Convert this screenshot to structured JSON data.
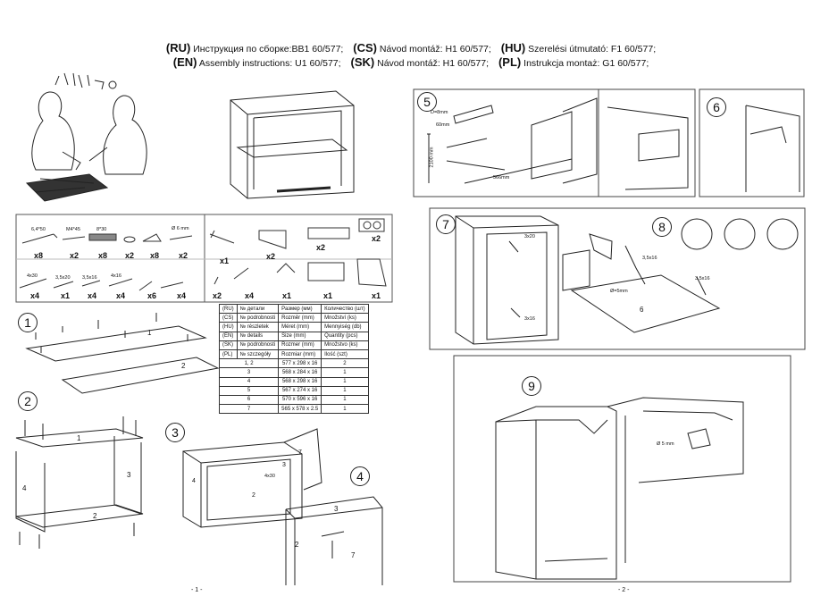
{
  "header": {
    "line1": [
      {
        "code": "(RU)",
        "text": "Инструкция по сборке:BB1 60/577;"
      },
      {
        "code": "(CS)",
        "text": "Návod montáž: H1 60/577;"
      },
      {
        "code": "(HU)",
        "text": "Szerelési útmutató: F1 60/577;"
      }
    ],
    "line2": [
      {
        "code": "(EN)",
        "text": "Assembly instructions: U1 60/577;"
      },
      {
        "code": "(SK)",
        "text": "Návod montáž: H1 60/577;"
      },
      {
        "code": "(PL)",
        "text": "Instrukcja montaż: G1 60/577;"
      }
    ]
  },
  "hardware": {
    "row1_labels": [
      "6,4*50",
      "M4*45",
      "8*30",
      "",
      "",
      "Ø 6 mm"
    ],
    "row1_qty": [
      "x8",
      "x2",
      "x8",
      "x2",
      "x8",
      "x2"
    ],
    "row2_labels": [
      "4x30",
      "3,5x20",
      "3,5x16",
      "4x16",
      "",
      ""
    ],
    "row2_qty": [
      "x4",
      "x1",
      "x4",
      "x4",
      "x6",
      "x4"
    ],
    "right_row1_qty": [
      "x1",
      "x2",
      "x2",
      "x2"
    ],
    "right_row2_qty": [
      "x2",
      "x4",
      "x1",
      "x1",
      "x1"
    ]
  },
  "parts_table": {
    "header_rows": [
      [
        "(RU)",
        "№ детали",
        "Размер (мм)",
        "Количество (шт)"
      ],
      [
        "(CS)",
        "№ podrobnosti",
        "Rozměr (mm)",
        "Množství (ks)"
      ],
      [
        "(HU)",
        "№ részletek",
        "Méret (mm)",
        "Mennyiség (db)"
      ],
      [
        "(EN)",
        "№ details",
        "Size (mm)",
        "Quantity (pcs)"
      ],
      [
        "(SK)",
        "№ podrobnosti",
        "Rozmer (mm)",
        "Množstvo (ks)"
      ],
      [
        "(PL)",
        "№ szczegóły",
        "Rozmiar (mm)",
        "Ilość (szt)"
      ]
    ],
    "rows": [
      [
        "1, 2",
        "577 x 298 x 16",
        "2"
      ],
      [
        "3",
        "568 x 284 x 16",
        "1"
      ],
      [
        "4",
        "568 x 298 x 16",
        "1"
      ],
      [
        "5",
        "567 x 274 x 16",
        "1"
      ],
      [
        "6",
        "570 x 596 x 16",
        "1"
      ],
      [
        "7",
        "565 x 578 x 2.5",
        "1"
      ]
    ]
  },
  "steps": {
    "s1": "1",
    "s2": "2",
    "s3": "3",
    "s4": "4",
    "s5": "5",
    "s6": "6",
    "s7": "7",
    "s8": "8",
    "s9": "9"
  },
  "part_labels": {
    "p1": "1",
    "p2": "2",
    "p3": "3",
    "p4": "4",
    "p6": "6",
    "p7": "7",
    "step3_screw": "4x30",
    "step5_d": "D=8mm",
    "step5_h": "2100 mm",
    "step5_w": "566mm",
    "step5_s": "60mm",
    "step7_a": "3x20",
    "step7_b": "3x16",
    "step8_a": "3,5x16",
    "step8_b": "3.5x16",
    "step8_c": "Ø=5mm",
    "step9_d": "Ø 5 mm"
  },
  "footer": {
    "page1": "- 1 -",
    "page2": "- 2 -"
  }
}
